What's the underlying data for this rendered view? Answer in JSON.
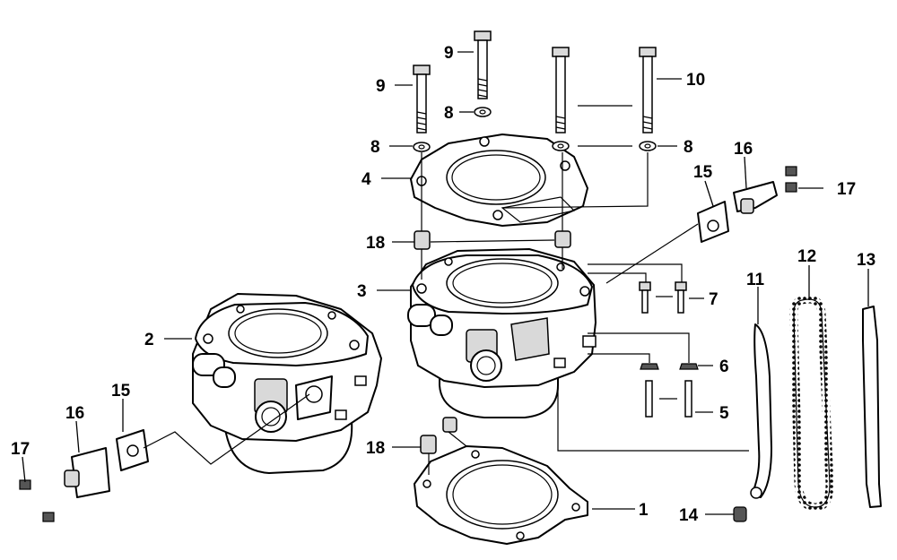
{
  "callouts": [
    {
      "id": "c1",
      "text": "1"
    },
    {
      "id": "c2",
      "text": "2"
    },
    {
      "id": "c3",
      "text": "3"
    },
    {
      "id": "c4",
      "text": "4"
    },
    {
      "id": "c5",
      "text": "5"
    },
    {
      "id": "c6",
      "text": "6"
    },
    {
      "id": "c7",
      "text": "7"
    },
    {
      "id": "c8a",
      "text": "8"
    },
    {
      "id": "c8b",
      "text": "8"
    },
    {
      "id": "c8c",
      "text": "8"
    },
    {
      "id": "c9a",
      "text": "9"
    },
    {
      "id": "c9b",
      "text": "9"
    },
    {
      "id": "c10",
      "text": "10"
    },
    {
      "id": "c11",
      "text": "11"
    },
    {
      "id": "c12",
      "text": "12"
    },
    {
      "id": "c13",
      "text": "13"
    },
    {
      "id": "c14",
      "text": "14"
    },
    {
      "id": "c15a",
      "text": "15"
    },
    {
      "id": "c15b",
      "text": "15"
    },
    {
      "id": "c16a",
      "text": "16"
    },
    {
      "id": "c16b",
      "text": "16"
    },
    {
      "id": "c17a",
      "text": "17"
    },
    {
      "id": "c17b",
      "text": "17"
    },
    {
      "id": "c18a",
      "text": "18"
    },
    {
      "id": "c18b",
      "text": "18"
    }
  ]
}
